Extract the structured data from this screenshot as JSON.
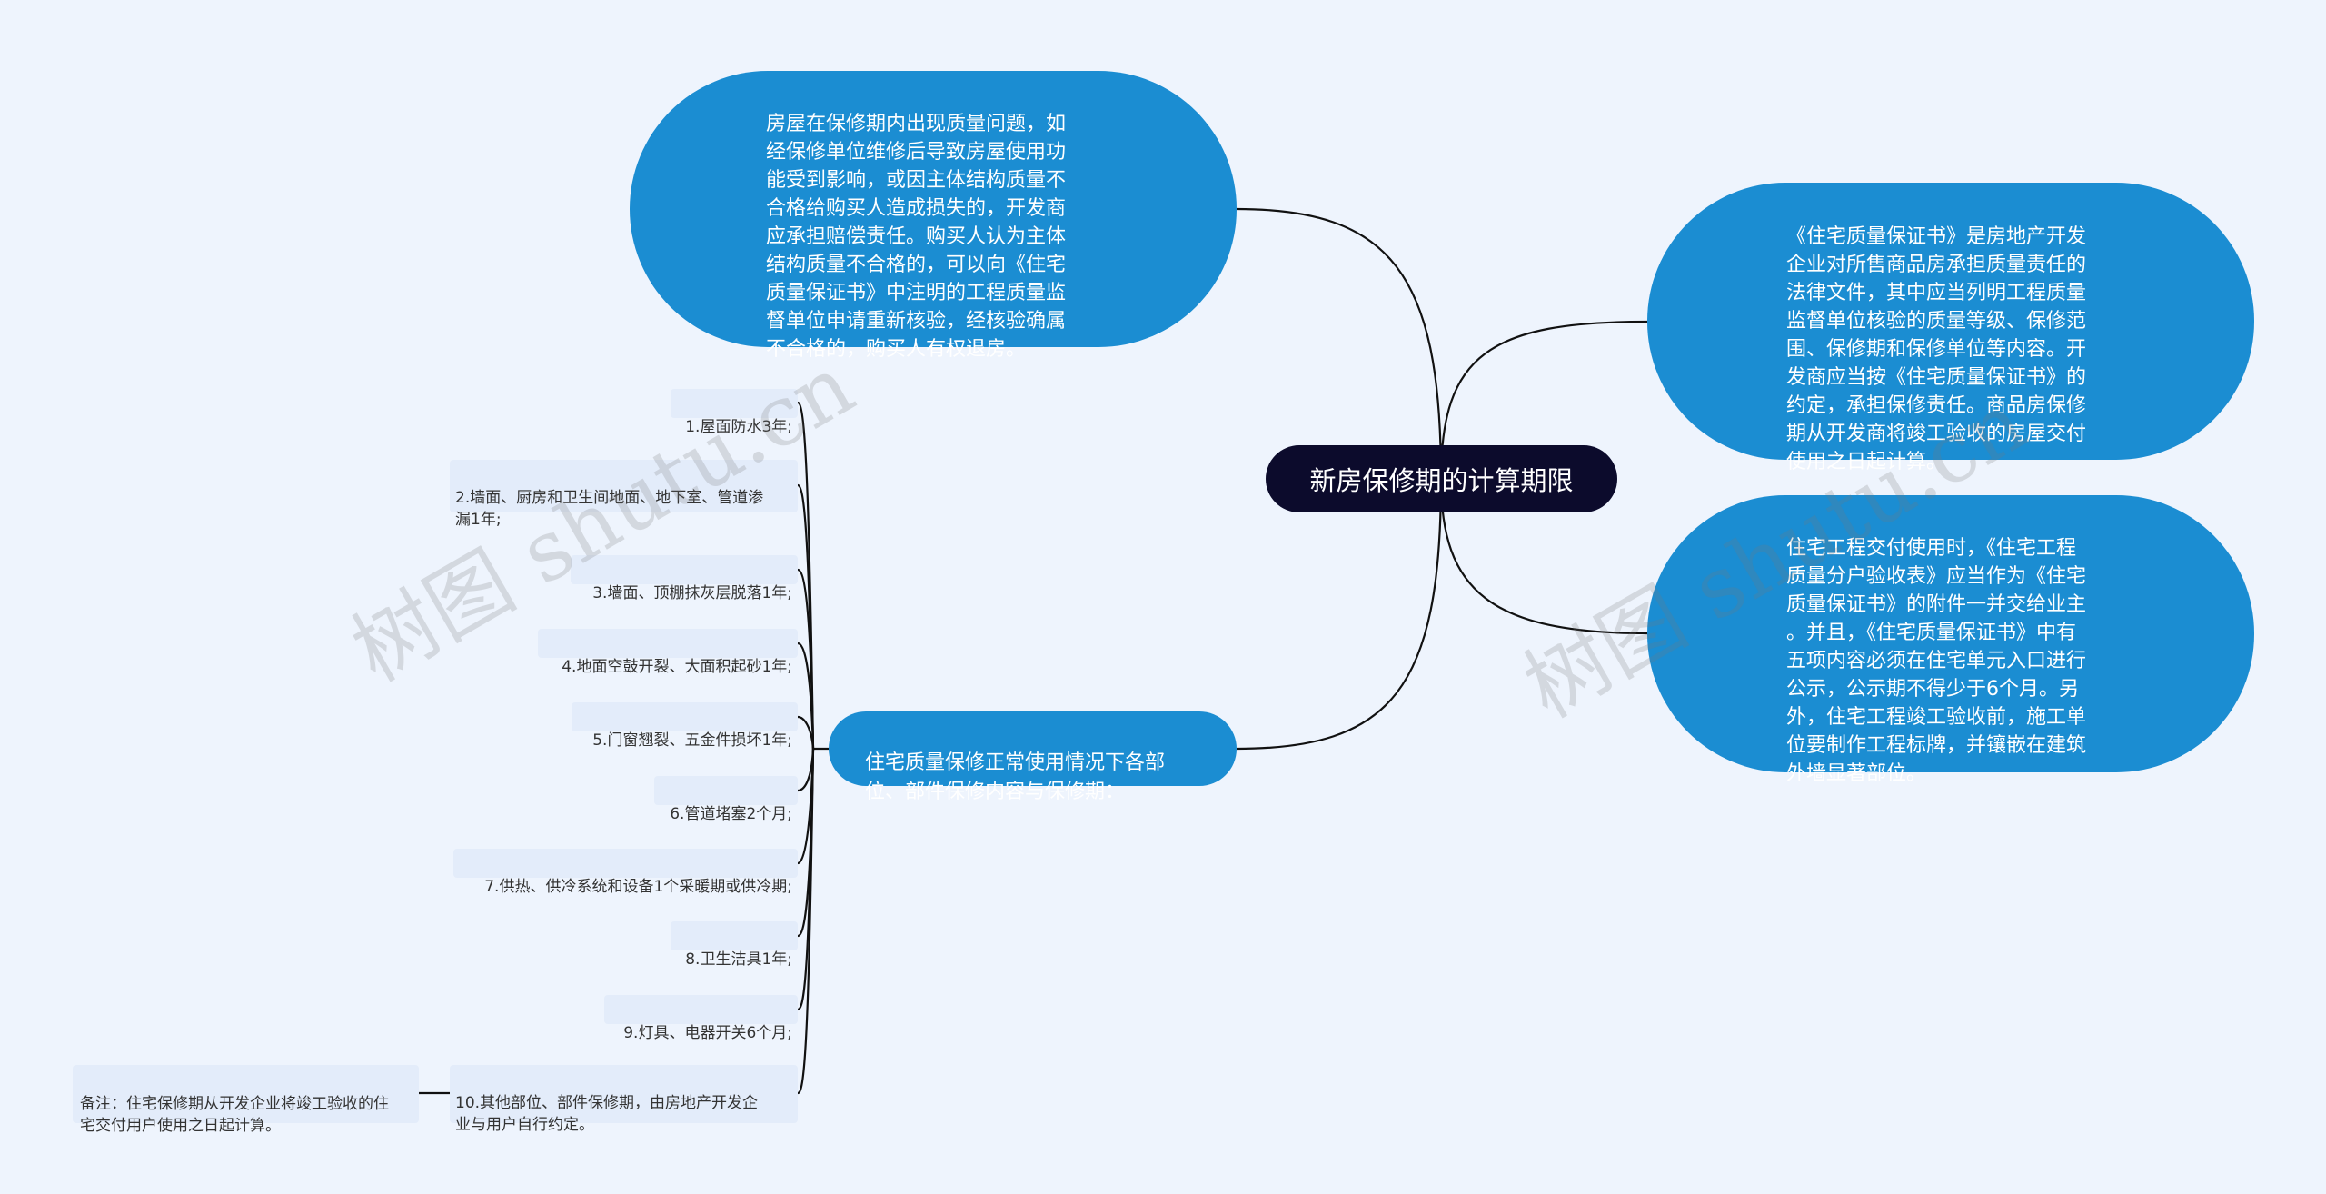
{
  "root": {
    "title": "新房保修期的计算期限"
  },
  "branches": {
    "top": "房屋在保修期内出现质量问题，如\n经保修单位维修后导致房屋使用功\n能受到影响，或因主体结构质量不\n合格给购买人造成损失的，开发商\n应承担赔偿责任。购买人认为主体\n结构质量不合格的，可以向《住宅\n质量保证书》中注明的工程质量监\n督单位申请重新核验，经核验确属\n不合格的，购买人有权退房。",
    "right1": "《住宅质量保证书》是房地产开发\n企业对所售商品房承担质量责任的\n法律文件，其中应当列明工程质量\n监督单位核验的质量等级、保修范\n围、保修期和保修单位等内容。开\n发商应当按《住宅质量保证书》的\n约定，承担保修责任。商品房保修\n期从开发商将竣工验收的房屋交付\n使用之日起计算。",
    "right2": "住宅工程交付使用时，《住宅工程\n质量分户验收表》应当作为《住宅\n质量保证书》的附件一并交给业主\n。并且，《住宅质量保证书》中有\n五项内容必须在住宅单元入口进行\n公示，公示期不得少于6个月。另\n外，住宅工程竣工验收前，施工单\n位要制作工程标牌，并镶嵌在建筑\n外墙显著部位。",
    "sub": "住宅质量保修正常使用情况下各部\n位、部件保修内容与保修期："
  },
  "leaves": [
    "1.屋面防水3年;",
    "2.墙面、厨房和卫生间地面、地下室、管道渗\n漏1年;",
    "3.墙面、顶棚抹灰层脱落1年;",
    "4.地面空鼓开裂、大面积起砂1年;",
    "5.门窗翘裂、五金件损坏1年;",
    "6.管道堵塞2个月;",
    "7.供热、供冷系统和设备1个采暖期或供冷期;",
    "8.卫生洁具1年;",
    "9.灯具、电器开关6个月;",
    "10.其他部位、部件保修期，由房地产开发企\n业与用户自行约定。"
  ],
  "note": "备注：住宅保修期从开发企业将竣工验收的住\n宅交付用户使用之日起计算。",
  "watermarks": [
    "树图 shutu.cn",
    "树图 shutu.cn"
  ],
  "colors": {
    "background": "#eef4fd",
    "root": "#0c0b2c",
    "bubble": "#1b8dd2",
    "leaf": "#e3ecfa",
    "connector": "#111111"
  }
}
